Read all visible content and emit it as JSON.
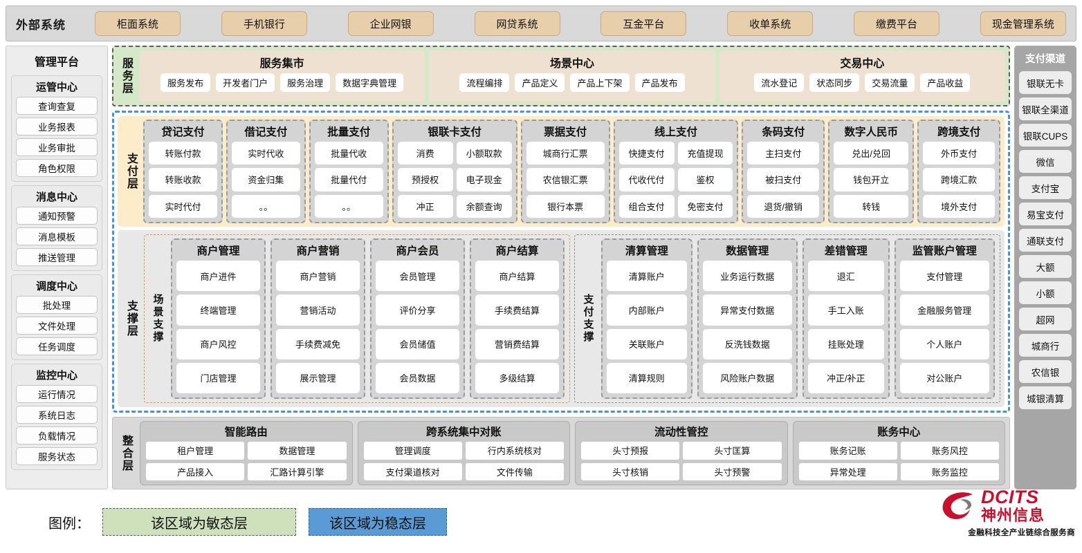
{
  "external": {
    "title": "外部系统",
    "items": [
      "柜面系统",
      "手机银行",
      "企业网银",
      "网贷系统",
      "互金平台",
      "收单系统",
      "缴费平台",
      "现金管理系统"
    ]
  },
  "left_sidebar": {
    "title": "管理平台",
    "groups": [
      {
        "title": "运管中心",
        "items": [
          "查询查复",
          "业务报表",
          "业务审批",
          "角色权限"
        ]
      },
      {
        "title": "消息中心",
        "items": [
          "通知预警",
          "消息模板",
          "推送管理"
        ]
      },
      {
        "title": "调度中心",
        "items": [
          "批处理",
          "文件处理",
          "任务调度"
        ]
      },
      {
        "title": "监控中心",
        "items": [
          "运行情况",
          "系统日志",
          "负载情况",
          "服务状态"
        ]
      }
    ]
  },
  "service_layer": {
    "label": "服务层",
    "boxes": [
      {
        "title": "服务集市",
        "items": [
          "服务发布",
          "开发者门户",
          "服务治理",
          "数据字典管理"
        ]
      },
      {
        "title": "场景中心",
        "items": [
          "流程编排",
          "产品定义",
          "产品上下架",
          "产品发布"
        ]
      },
      {
        "title": "交易中心",
        "items": [
          "流水登记",
          "状态同步",
          "交易流量",
          "产品收益"
        ]
      }
    ]
  },
  "payment_layer": {
    "label": "支付层",
    "groups": [
      {
        "title": "贷记支付",
        "cols": 1,
        "items": [
          "转账付款",
          "转账收款",
          "实时代付"
        ]
      },
      {
        "title": "借记支付",
        "cols": 1,
        "items": [
          "实时代收",
          "资金归集",
          "。。"
        ]
      },
      {
        "title": "批量支付",
        "cols": 1,
        "items": [
          "批量代收",
          "批量代付",
          "。。"
        ]
      },
      {
        "title": "银联卡支付",
        "cols": 2,
        "items": [
          "消费",
          "小额取款",
          "预授权",
          "电子现金",
          "冲正",
          "余额查询"
        ]
      },
      {
        "title": "票据支付",
        "cols": 1,
        "items": [
          "城商行汇票",
          "农信银汇票",
          "银行本票"
        ]
      },
      {
        "title": "线上支付",
        "cols": 2,
        "items": [
          "快捷支付",
          "充值提现",
          "代收代付",
          "鉴权",
          "组合支付",
          "免密支付"
        ]
      },
      {
        "title": "条码支付",
        "cols": 1,
        "items": [
          "主扫支付",
          "被扫支付",
          "退货/撤销"
        ]
      },
      {
        "title": "数字人民币",
        "cols": 1,
        "items": [
          "兑出/兑回",
          "钱包开立",
          "转钱"
        ]
      },
      {
        "title": "跨境支付",
        "cols": 1,
        "items": [
          "外币支付",
          "跨境汇款",
          "境外支付"
        ]
      }
    ]
  },
  "support_layer": {
    "label": "支撑层",
    "scene": {
      "label": "场景支撑",
      "groups": [
        {
          "title": "商户管理",
          "items": [
            "商户进件",
            "终端管理",
            "商户风控",
            "门店管理"
          ]
        },
        {
          "title": "商户营销",
          "items": [
            "商户营销",
            "营销活动",
            "手续费减免",
            "展示管理"
          ]
        },
        {
          "title": "商户会员",
          "items": [
            "会员管理",
            "评价分享",
            "会员储值",
            "会员数据"
          ]
        },
        {
          "title": "商户结算",
          "items": [
            "商户结算",
            "手续费结算",
            "营销费结算",
            "多级结算"
          ]
        }
      ]
    },
    "payment_support": {
      "label": "支付支撑",
      "groups": [
        {
          "title": "清算管理",
          "items": [
            "清算账户",
            "内部账户",
            "关联账户",
            "清算规则"
          ]
        },
        {
          "title": "数据管理",
          "items": [
            "业务运行数据",
            "异常支付数据",
            "反洗钱数据",
            "风险账户数据"
          ]
        },
        {
          "title": "差错管理",
          "items": [
            "退汇",
            "手工入账",
            "挂账处理",
            "冲正/补正"
          ]
        },
        {
          "title": "监管账户管理",
          "items": [
            "支付管理",
            "金融服务管理",
            "个人账户",
            "对公账户"
          ]
        }
      ]
    }
  },
  "integration_layer": {
    "label": "整合层",
    "boxes": [
      {
        "title": "智能路由",
        "items": [
          "租户管理",
          "数据管理",
          "产品接入",
          "汇路计算引擎"
        ]
      },
      {
        "title": "跨系统集中对账",
        "items": [
          "管理调度",
          "行内系统核对",
          "支付渠道核对",
          "文件传输"
        ]
      },
      {
        "title": "流动性管控",
        "items": [
          "头寸预报",
          "头寸匡算",
          "头寸核销",
          "头寸预警"
        ]
      },
      {
        "title": "账务中心",
        "items": [
          "账务记账",
          "账务风控",
          "异常处理",
          "账务监控"
        ]
      }
    ]
  },
  "right_sidebar": {
    "title": "支付渠道",
    "items": [
      "银联无卡",
      "银联全渠道",
      "银联CUPS",
      "微信",
      "支付宝",
      "易宝支付",
      "通联支付",
      "大额",
      "小额",
      "超网",
      "城商行",
      "农信银",
      "城银清算"
    ]
  },
  "legend": {
    "label": "图例：",
    "agile": "该区域为敏态层",
    "stable": "该区域为稳态层",
    "agile_color": "#cfe0bc",
    "stable_color": "#5b9bd5"
  },
  "logo": {
    "en": "DCITS",
    "cn": "神州信息",
    "tagline": "金融科技全产业链综合服务商",
    "color": "#c8102e"
  }
}
